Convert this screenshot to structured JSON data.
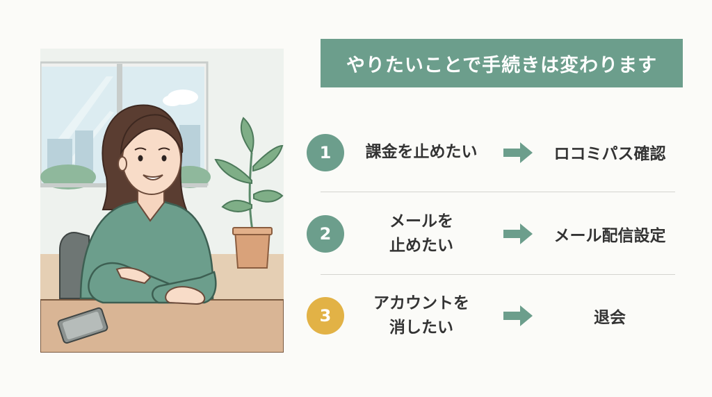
{
  "title": "やりたいことで手続きは変わります",
  "colors": {
    "primary": "#6c9e8c",
    "accent": "#e2b246",
    "text": "#333333",
    "divider": "#d4d4cf"
  },
  "steps": [
    {
      "number": "1",
      "action": "課金を止めたい",
      "result": "ロコミパス確認",
      "badge_color": "#6c9e8c"
    },
    {
      "number": "2",
      "action": "メールを止めたい",
      "action_lines": [
        "メールを",
        "止めたい"
      ],
      "result": "メール配信設定",
      "badge_color": "#6c9e8c"
    },
    {
      "number": "3",
      "action": "アカウントを消したい",
      "action_lines": [
        "アカウントを",
        "消したい"
      ],
      "result": "退会",
      "badge_color": "#e2b246"
    }
  ],
  "icons": {
    "arrow": "arrow-right-icon"
  }
}
